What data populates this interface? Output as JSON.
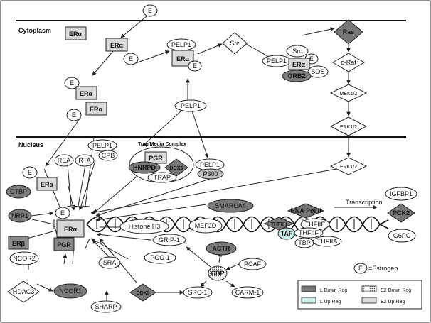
{
  "sections": {
    "cytoplasm": "Cytoplasm",
    "nucleus": "Nucleus"
  },
  "labels": {
    "e": "E",
    "era": "ERα",
    "erb": "ERβ",
    "pelp1": "PELP1",
    "src": "Src",
    "sos": "SOS",
    "grb2": "GRB2",
    "ras": "Ras",
    "craf": "c-Raf",
    "mek": "MEK1/2",
    "erk": "ERK1/2",
    "rea": "REA",
    "rta": "RTA",
    "cpb": "CPB",
    "trap_complex": "Trap/Media Complex",
    "pgr": "PGR",
    "hnrpd": "HNRPD",
    "ddx5": "DDX5",
    "trap": "TRAP",
    "p300": "P300",
    "ctbp": "CTBP",
    "nrp1": "NRP1",
    "smarca4": "SMARCA4",
    "histone": "Histone H3",
    "mef2d": "MEF2D",
    "rnapol": "RNA Pol II",
    "thfiih": "THFIIH",
    "thfiie": "THFIIE",
    "thfiif": "THFIIF",
    "taf": "TAF",
    "tbp": "TBP",
    "thfiia": "THFIIA",
    "transcription": "Transcription",
    "igfbp1": "IGFBP1",
    "pck2": "PCK2",
    "g6pc": "G6PC",
    "ncor2": "NCOR2",
    "hdac3": "HDAC3",
    "ncor1": "NCOR1",
    "sra": "SRA",
    "sharp": "SHARP",
    "grip1": "GRIP-1",
    "pgc1": "PGC-1",
    "actr": "ACTR",
    "cbp": "CBP",
    "pcaf": "PCAF",
    "src1": "SRC-1",
    "carm1": "CARM-1"
  },
  "estrogen_key": {
    "symbol": "E",
    "text": "=Estrogen"
  },
  "legend": {
    "l_down": "L Down Reg",
    "l_up": "L Up Reg",
    "e2_down": "E2 Down Reg",
    "e2_up": "E2 Up Reg",
    "colors": {
      "l_down": "#7a7a7a",
      "l_up": "#ccece6",
      "e2_down": "#dddddd",
      "e2_up": "#d9d9d9"
    }
  }
}
